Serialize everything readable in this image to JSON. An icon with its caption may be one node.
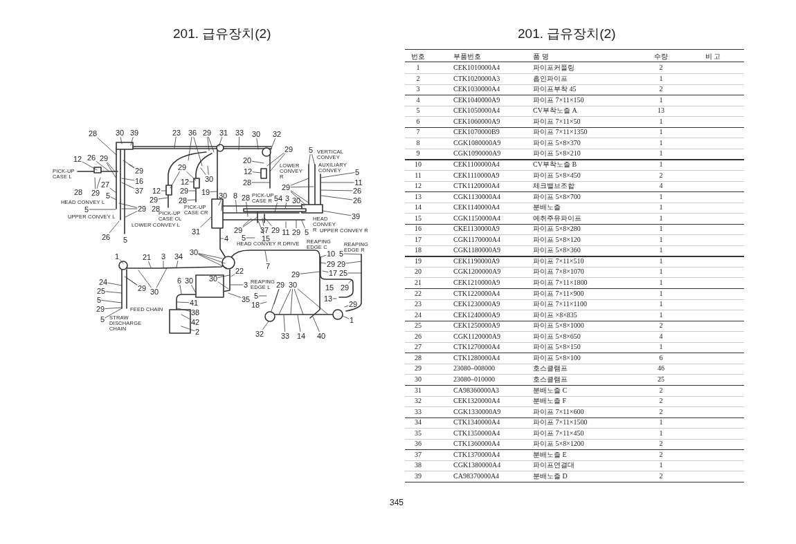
{
  "diagram": {
    "title": "201. 급유장치(2)",
    "labels": [
      "28",
      "30",
      "39",
      "23",
      "36",
      "29",
      "31",
      "33",
      "30",
      "32",
      "12",
      "26",
      "29",
      "29",
      "16",
      "37",
      "27",
      "28",
      "29",
      "5",
      "5",
      "29",
      "28",
      "26",
      "5",
      "29",
      "12",
      "29",
      "12",
      "29",
      "28",
      "19",
      "30",
      "31",
      "29",
      "20",
      "12",
      "28",
      "5",
      "5",
      "29",
      "11",
      "26",
      "26",
      "39",
      "30",
      "8",
      "28",
      "54",
      "3",
      "30",
      "29",
      "37",
      "29",
      "11",
      "29",
      "5",
      "4",
      "5",
      "15",
      "30",
      "1",
      "21",
      "3",
      "34",
      "7",
      "22",
      "24",
      "25",
      "5",
      "29",
      "5",
      "29",
      "30",
      "6",
      "30",
      "30",
      "3",
      "35",
      "41",
      "38",
      "42",
      "2",
      "29",
      "30",
      "5",
      "18",
      "32",
      "33",
      "14",
      "40",
      "1",
      "10",
      "5",
      "29",
      "29",
      "29",
      "17",
      "25",
      "15",
      "29",
      "13",
      "29",
      "PICK-UP CASE L",
      "HEAD CONVEY L",
      "UPPER CONVEY L",
      "LOWER CONVEY L",
      "PICK-UP CASE CL",
      "PICK-UP CASE CR",
      "LOWER CONVEY R",
      "PICK-UP CASE R",
      "VERTICAL CONVEY",
      "AUXILIARY CONVEY",
      "HEAD CONVEY R",
      "UPPER CONVEY R",
      "HEAD CONVEY R DRIVE",
      "REAPING EDGE C",
      "REAPING EDGE R",
      "REAPING EDGE L",
      "FEED CHAIN",
      "STRAW DISCHARGE CHAIN",
      "201. 급유장치(2)",
      "번호",
      "부품번호",
      "품 명",
      "수량",
      "비 고",
      "1",
      "CEK1010000A4",
      "파이프커플링",
      "2",
      "2",
      "CTK1020000A3",
      "흡인파이프",
      "1",
      "3",
      "CEK1030000A4",
      "파이프부착 45",
      "2",
      "4",
      "CEK1040000A9",
      "파이프 7×11×150",
      "1",
      "5",
      "CEK1050000A4",
      "CV부착노즐 A",
      "13",
      "6",
      "CEK1060000A9",
      "파이프 7×11×50",
      "1",
      "7",
      "CEK1070000B9",
      "파이프 7×11×1350",
      "1",
      "8",
      "CGK1080000A9",
      "파이프 5×8×370",
      "1",
      "9",
      "CGK1090000A9",
      "파이프 5×8×210",
      "1",
      "10",
      "CEK1100000A4",
      "CV부착노즐 B",
      "1",
      "11",
      "CEK1110000A9",
      "파이프 5×8×450",
      "2",
      "12",
      "CTK1120000A4",
      "체크밸브조합",
      "4",
      "13",
      "CGK1130000A4",
      "파이프 5×8×700",
      "1",
      "14",
      "CEK1140000A4",
      "분배노즐",
      "1",
      "15",
      "CGK1150000A4",
      "예취주유파이프",
      "1",
      "16",
      "CKE1130000A9",
      "파이프 5×8×280",
      "1",
      "17",
      "CGK1170000A4",
      "파이프 5×8×120",
      "1",
      "18",
      "CGK1180000A9",
      "파이프 5×8×360",
      "1",
      "19",
      "CEK1190000A9",
      "파이프 7×11×510",
      "1",
      "20",
      "CGK1200000A9",
      "파이프 7×8×1070",
      "1",
      "21",
      "CEK1210000A9",
      "파이프 7×11×1800",
      "1",
      "22",
      "CTK1220000A4",
      "파이프 7×11×900",
      "1",
      "23",
      "CEK1230000A9",
      "파이프 7×11×1100",
      "1",
      "24",
      "CEK1240000A9",
      "파이프 ×8×835",
      "1",
      "25",
      "CEK1250000A9",
      "파이프 5×8×1000",
      "2",
      "26",
      "CGK1120000A9",
      "파이프 5×8×650",
      "4",
      "27",
      "CTK1270000A4",
      "파이프 5×8×150",
      "1",
      "28",
      "CTK1280000A4",
      "파이프 5×8×100",
      "6",
      "29",
      "23080–008000",
      "호스클램프",
      "46",
      "30",
      "23080–010000",
      "호스클램프",
      "25",
      "31",
      "CA98360000A3",
      "분배노즐 C",
      "2",
      "32",
      "CEK1320000A4",
      "분배노즐 F",
      "2",
      "33",
      "CGK1330000A9",
      "파이프 7×11×600",
      "2",
      "34",
      "CTK1340000A4",
      "파이프 7×11×1500",
      "1",
      "35",
      "CTK1350000A4",
      "파이프 7×11×450",
      "1",
      "36",
      "CTK1360000A4",
      "파이프 5×8×1200",
      "2",
      "37",
      "CTK1370000A4",
      "분배노즐 E",
      "2",
      "38",
      "CGK1380000A4",
      "파이프연결대",
      "1",
      "39",
      "CA98370000A4",
      "분배노즐 D",
      "2",
      "345"
    ]
  }
}
